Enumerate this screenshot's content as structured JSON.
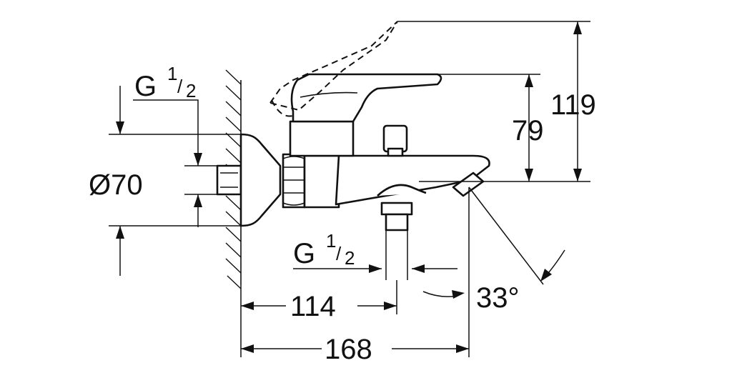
{
  "labels": {
    "thread_top": {
      "main": "G",
      "num": "1",
      "slash": "/",
      "den": "2"
    },
    "thread_bottom": {
      "main": "G",
      "num": "1",
      "slash": "/",
      "den": "2"
    },
    "diameter": "Ø70",
    "height_79": "79",
    "height_119": "119",
    "width_114": "114",
    "width_168": "168",
    "angle": "33°"
  }
}
